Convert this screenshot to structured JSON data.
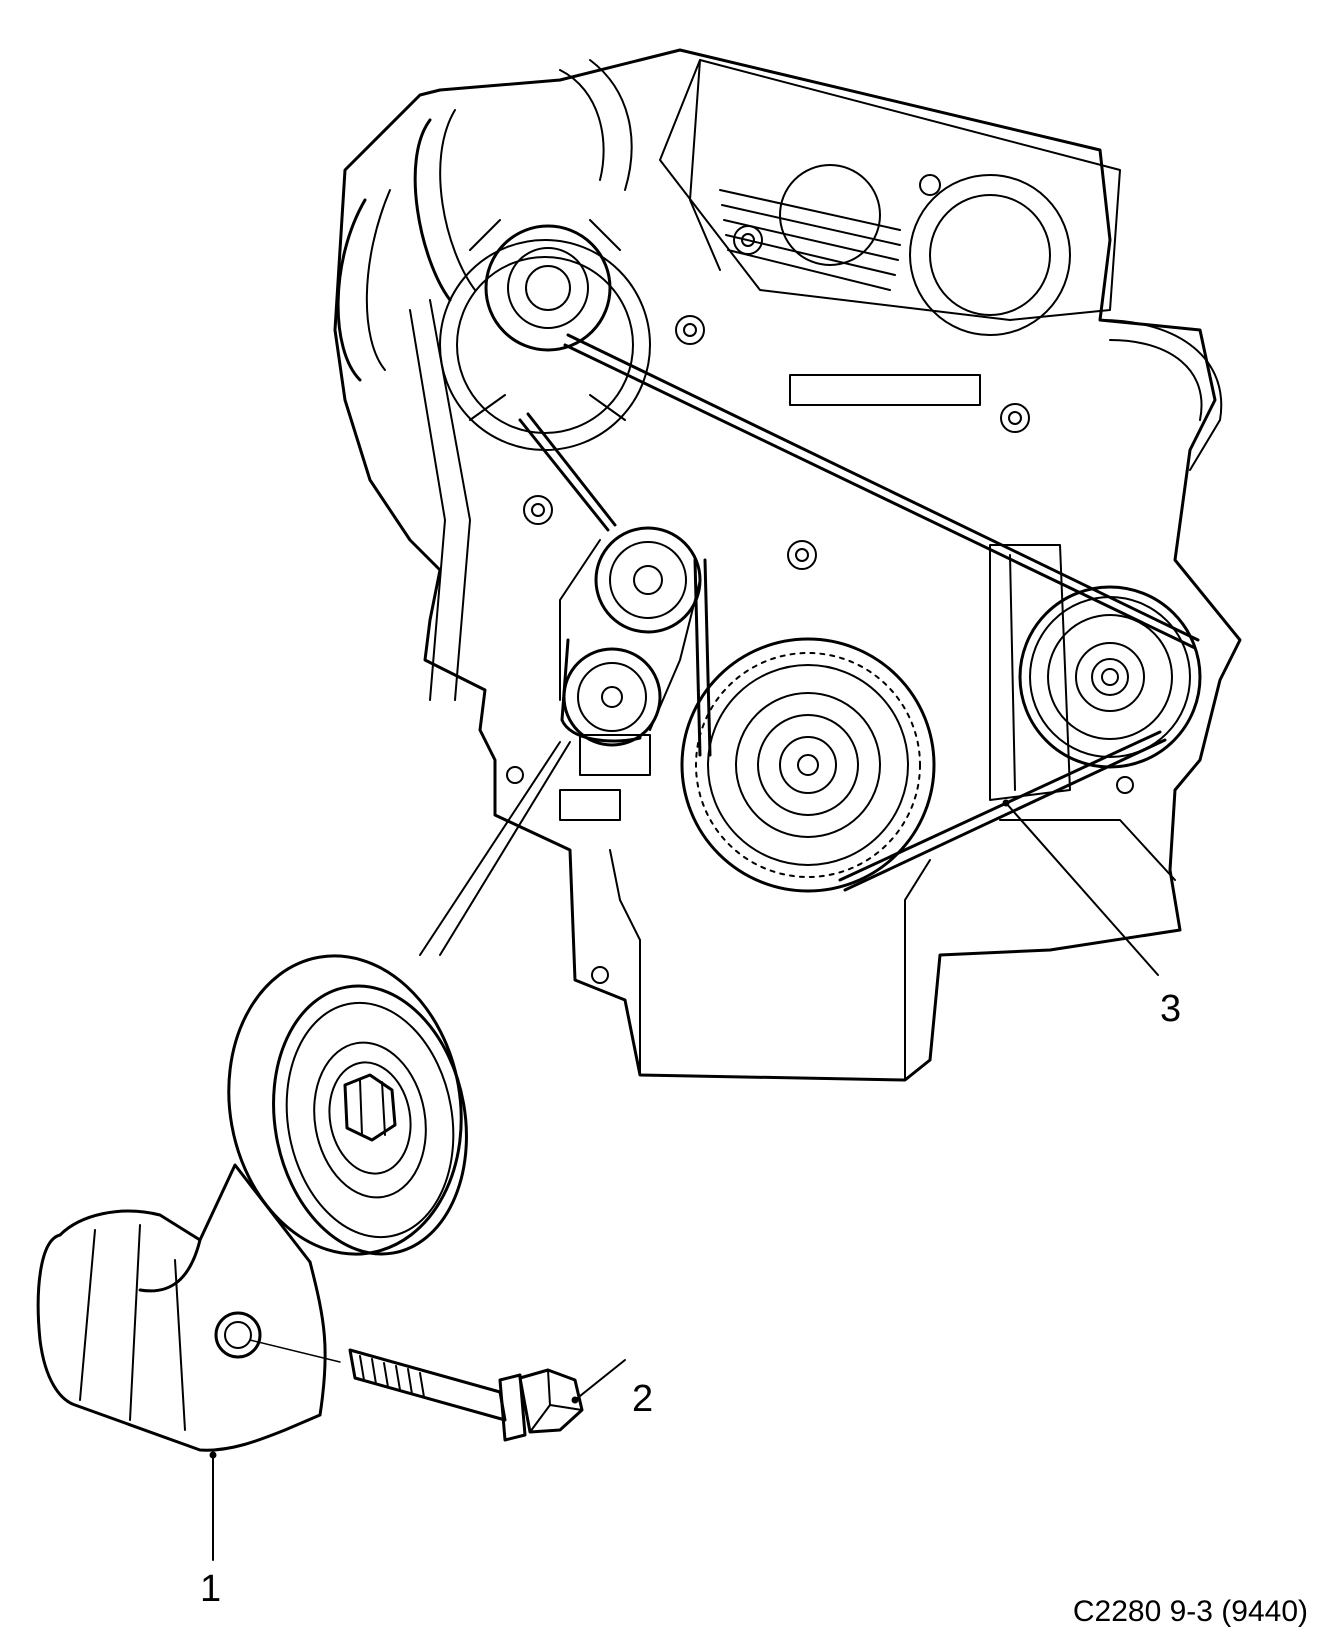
{
  "callouts": {
    "c1": "1",
    "c2": "2",
    "c3": "3"
  },
  "figure_ref": "C2280 9-3 (9440)"
}
